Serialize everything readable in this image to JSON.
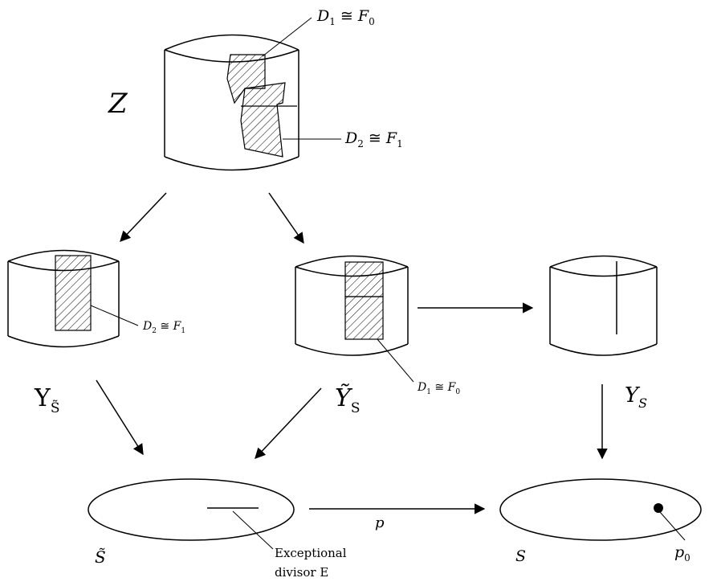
{
  "objects": {
    "Z": {
      "label": "Z"
    },
    "Y_tilde_S_bar": {
      "label_main": "Y",
      "label_sub": "S̃"
    },
    "Y_tilde_S": {
      "label_main": "Ỹ",
      "label_sub": "S"
    },
    "Y_S": {
      "label_main": "Y",
      "label_sub": "S"
    },
    "S_tilde": {
      "label": "S̃"
    },
    "S": {
      "label": "S"
    }
  },
  "annotations": {
    "z_d1": {
      "main": "D",
      "sub": "1",
      "rel": " ≅ ",
      "main2": "F",
      "sub2": "0"
    },
    "z_d2": {
      "main": "D",
      "sub": "2",
      "rel": " ≅ ",
      "main2": "F",
      "sub2": "1"
    },
    "ys_bar_d2": {
      "main": "D",
      "sub": "2",
      "rel": " ≅ ",
      "main2": "F",
      "sub2": "1"
    },
    "ys_tilde_d1": {
      "main": "D",
      "sub": "1",
      "rel": " ≅ ",
      "main2": "F",
      "sub2": "0"
    },
    "exceptional": {
      "line1": "Exceptional",
      "line2": "divisor E"
    },
    "p0": {
      "main": "p",
      "sub": "0"
    },
    "map_p": {
      "label": "p"
    }
  }
}
